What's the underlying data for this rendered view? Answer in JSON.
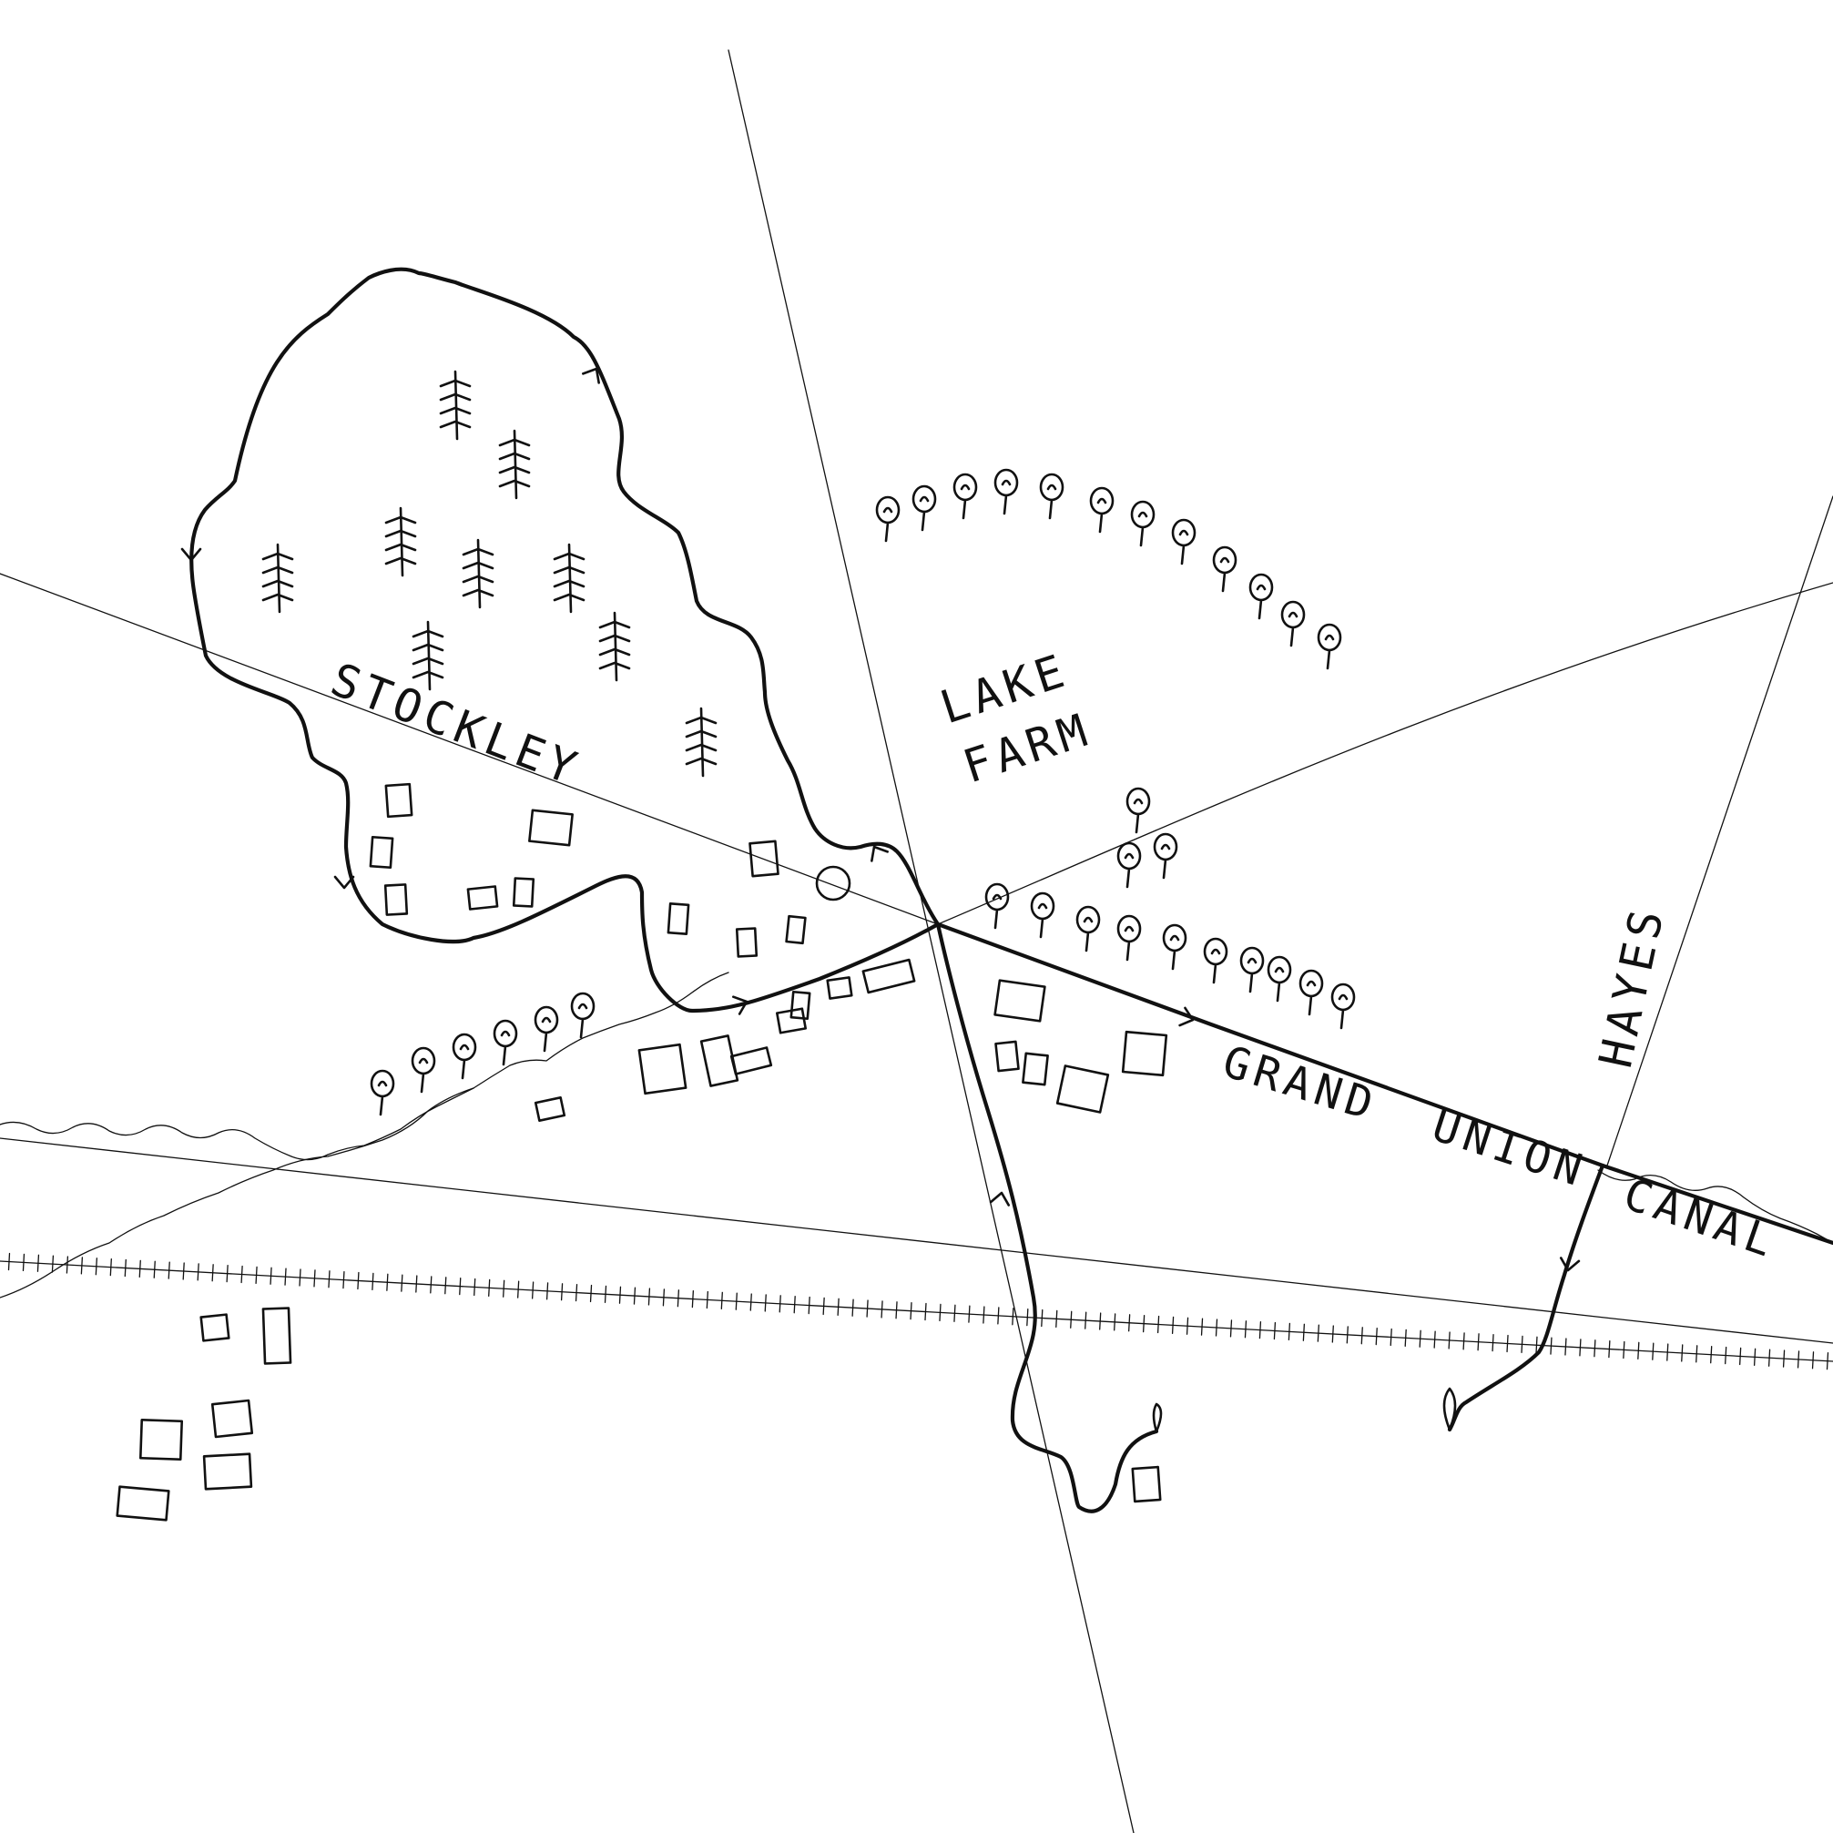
{
  "map": {
    "style": "hand-drawn ink sketch map",
    "colors": {
      "ink": "#111111",
      "paper": "#ffffff"
    },
    "labels": {
      "stockley": "STOCKLEY",
      "lake_farm_line1": "LAKE",
      "lake_farm_line2": "FARM",
      "grand_union_canal_1": "GRAND",
      "grand_union_canal_2": "UNION",
      "grand_union_canal_3": "CANAL",
      "hayes": "HAYES"
    },
    "legend_symbols": [
      "deciduous-tree-icon",
      "conifer-tree-icon",
      "building-icon",
      "route-arrow-icon",
      "railway-track",
      "river"
    ]
  }
}
